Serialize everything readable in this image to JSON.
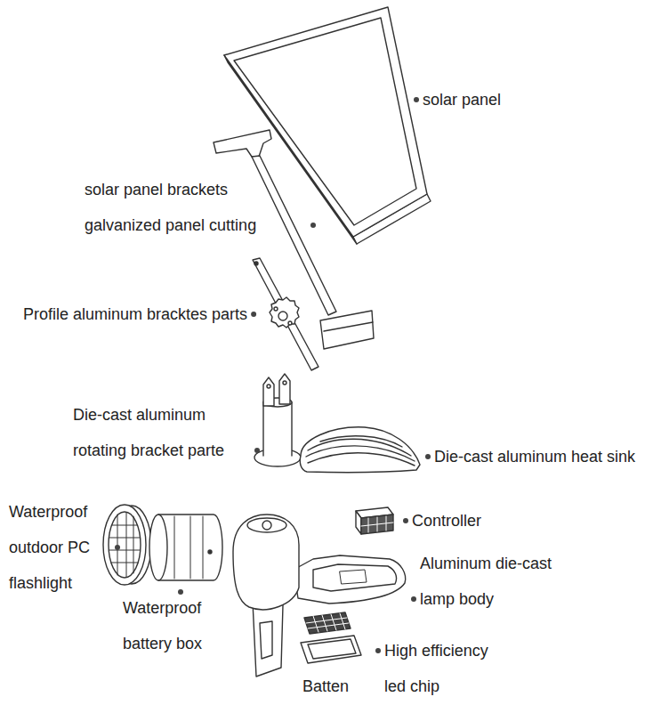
{
  "diagram": {
    "labels": [
      "solar panel",
      "solar panel brackets galvanized panel cutting",
      "Profile aluminum bracktes parts",
      "Die-cast aluminum rotating bracket parte",
      "Die-cast aluminum heat sink",
      "Waterproof outdoor PC flashlight",
      "Controller",
      "Aluminum die-cast lamp body",
      "Waterproof battery box",
      "High efficiency led chip",
      "Batten"
    ]
  }
}
